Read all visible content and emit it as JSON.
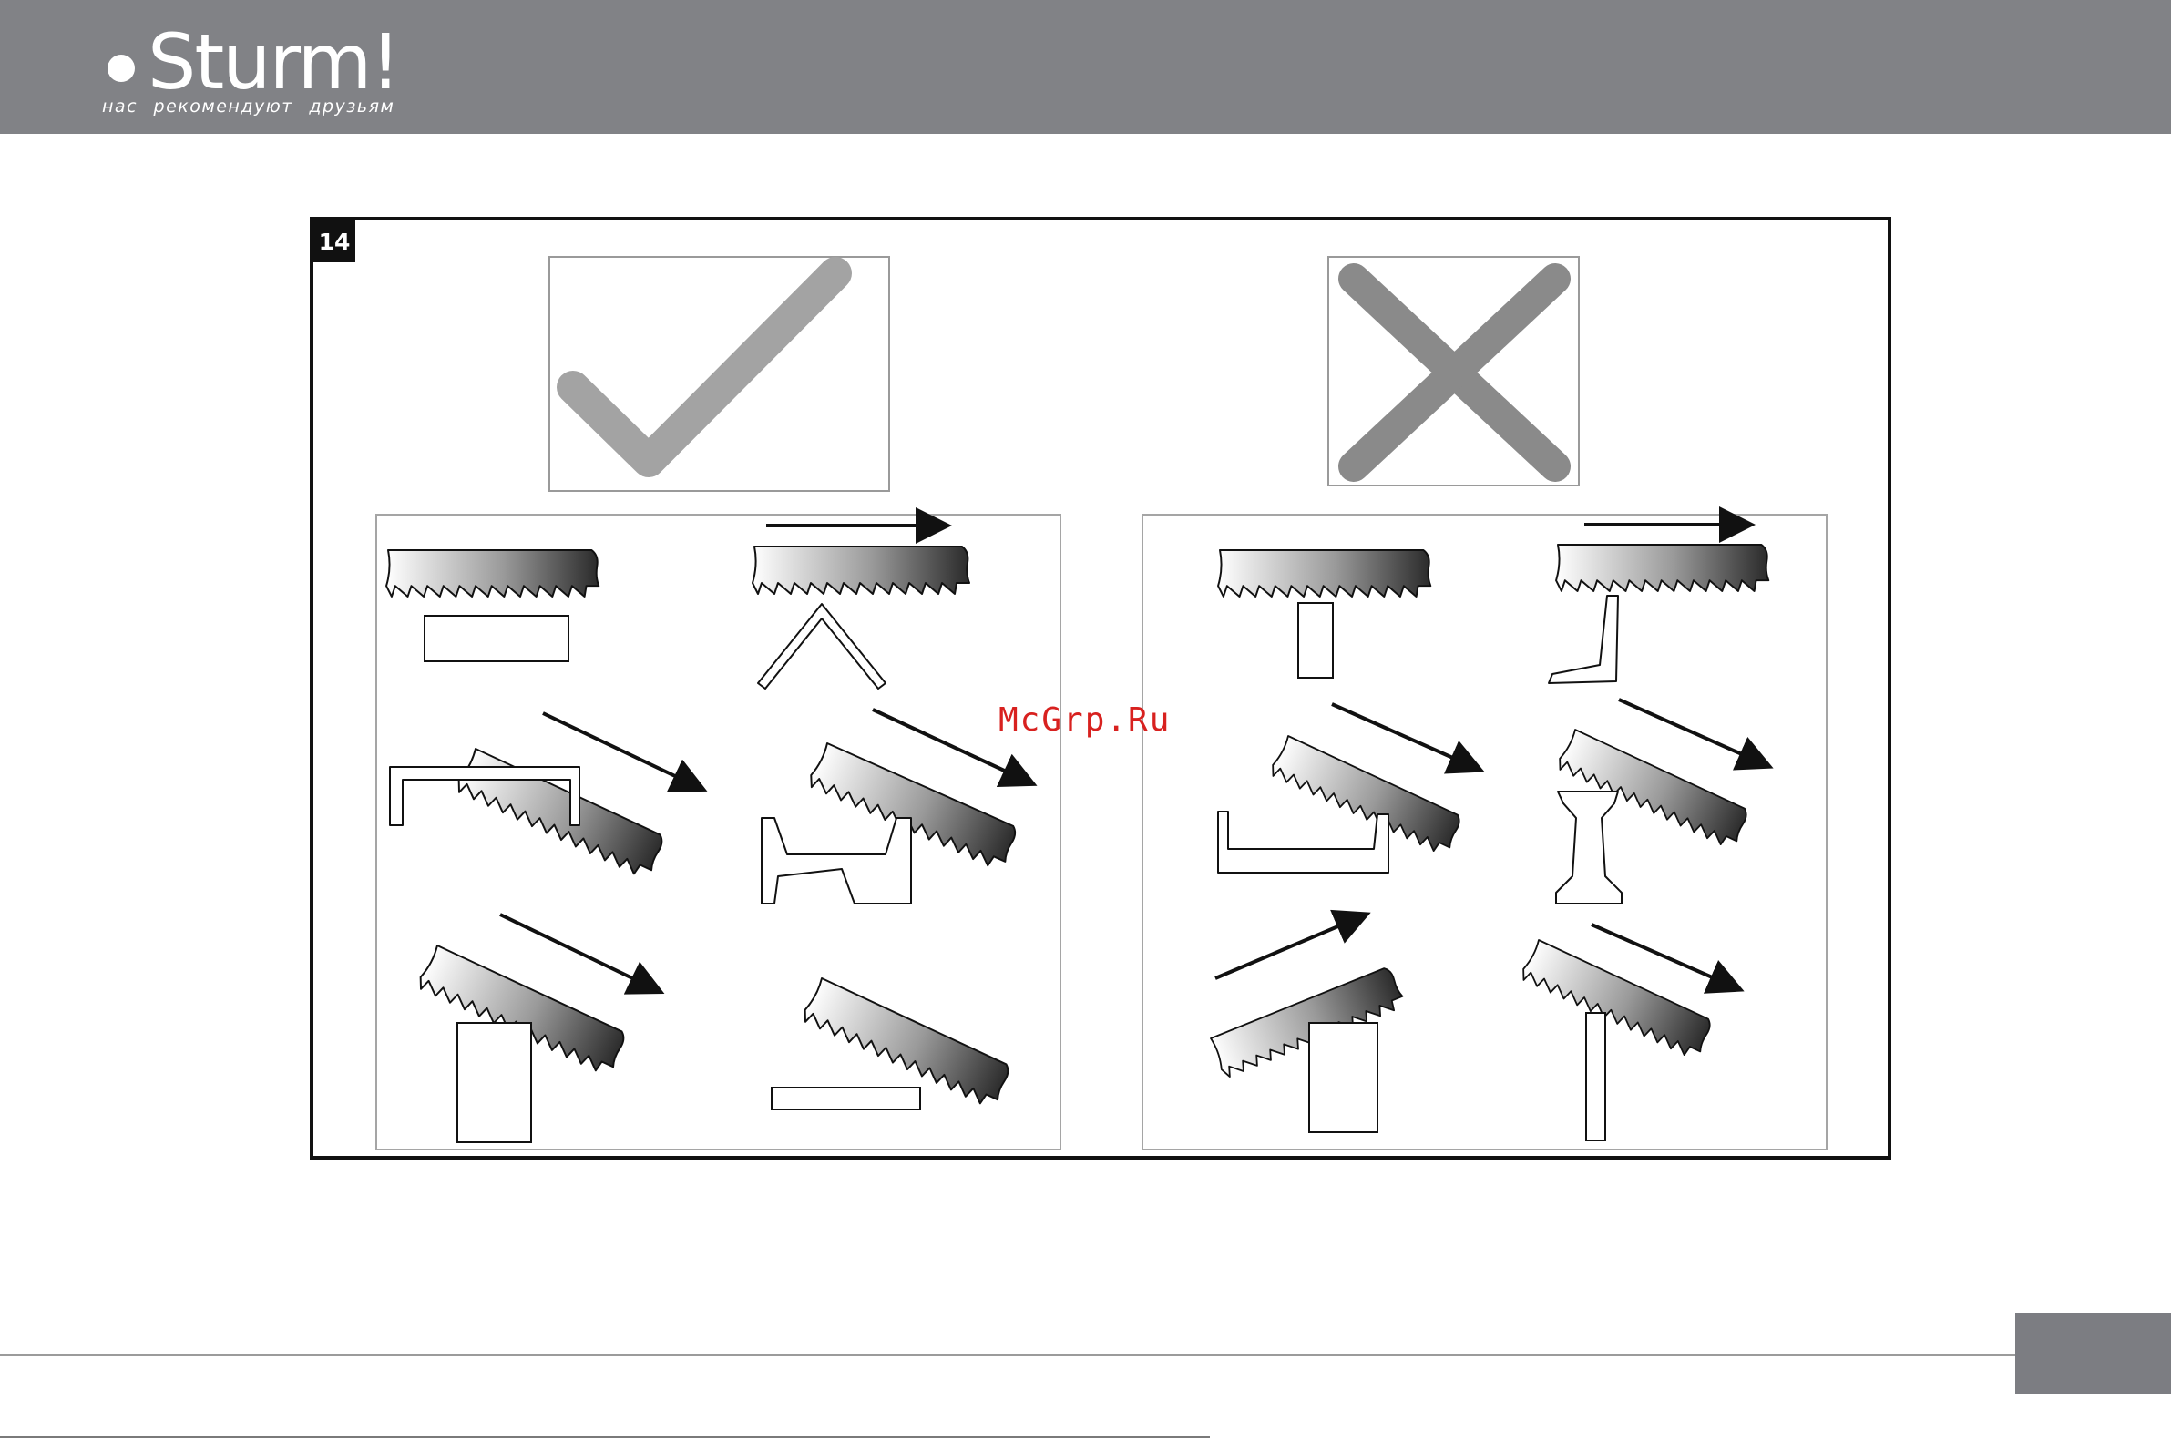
{
  "header": {
    "brand": "Sturm!",
    "tagline": "нас рекомендуют друзьям",
    "background_color": "#818286"
  },
  "figure": {
    "number": "14",
    "correct_symbol": "check-icon",
    "incorrect_symbol": "cross-icon",
    "symbol_color": "#a3a3a3",
    "cross_color": "#8a8a8a"
  },
  "watermark": {
    "text": "McGrp.Ru",
    "color": "#d8211f"
  }
}
